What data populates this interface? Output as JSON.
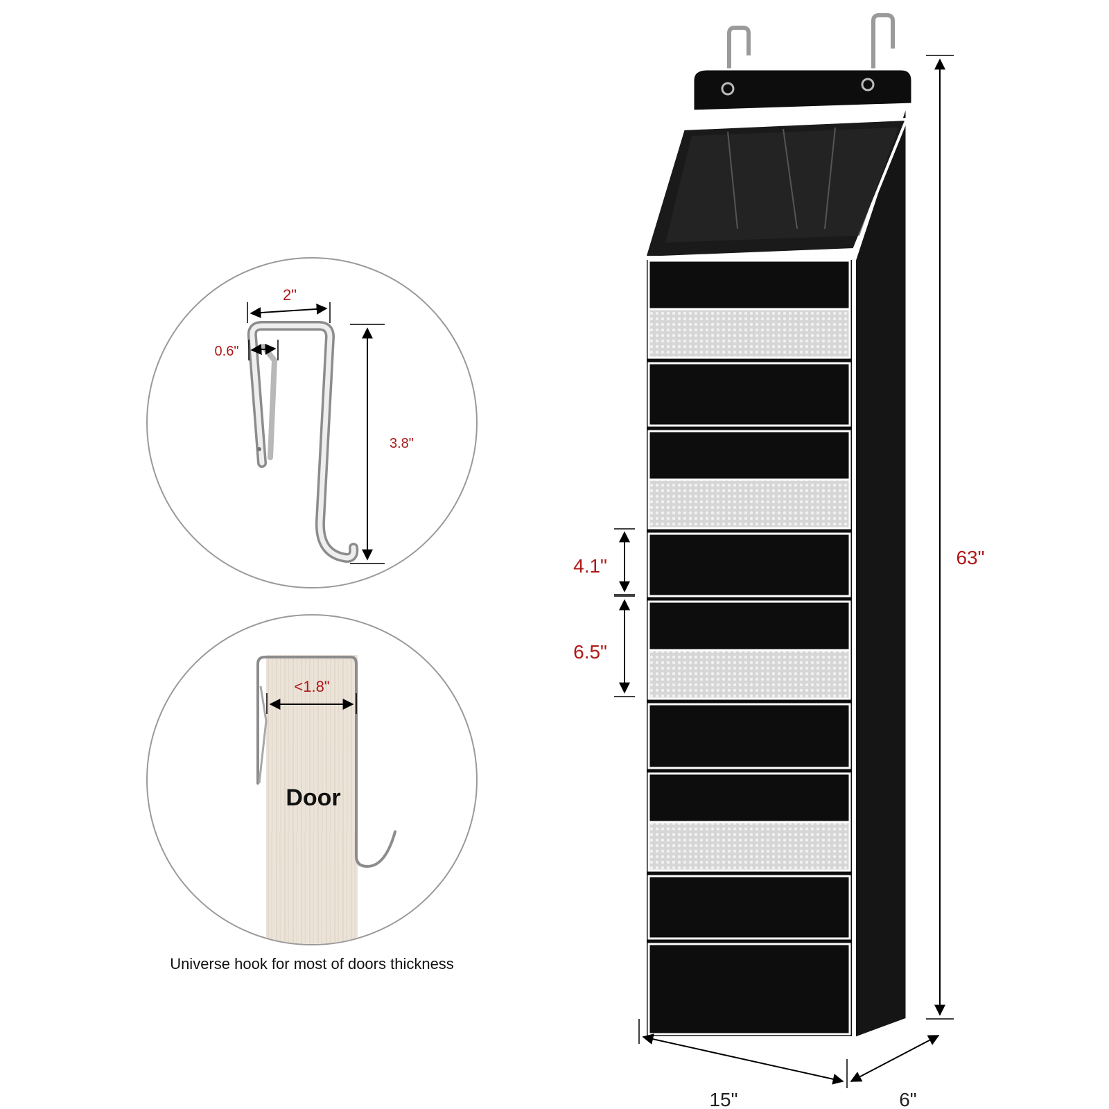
{
  "hook_detail": {
    "width_label": "2\"",
    "gap_label": "0.6\"",
    "height_label": "3.8\""
  },
  "door_detail": {
    "thickness_label": "<1.8\"",
    "door_label": "Door",
    "caption": "Universe hook for most of doors thickness"
  },
  "organizer": {
    "height_label": "63\"",
    "width_label": "15\"",
    "depth_label": "6\"",
    "small_pocket_label": "4.1\"",
    "large_pocket_label": "6.5\""
  },
  "colors": {
    "fabric": "#0d0d0d",
    "trim": "#ffffff",
    "mesh": "#c8c8c8",
    "dimension_red": "#b01818",
    "door_wood": "#ece3d8"
  }
}
